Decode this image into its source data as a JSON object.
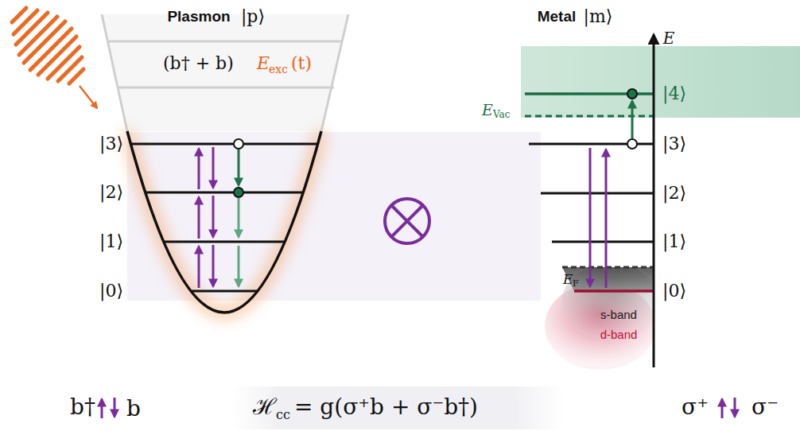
{
  "diagram": {
    "labels": [
      "Plasmon",
      "|p⟩",
      "(b† + b)",
      "E",
      "exc",
      "(t)",
      "|3⟩",
      "|2⟩",
      "|1⟩",
      "|0⟩",
      "Metal",
      "|m⟩",
      "E",
      "|4⟩",
      "E",
      "Vac",
      "|3⟩",
      "|2⟩",
      "|1⟩",
      "E",
      "F",
      "|0⟩",
      "s-band",
      "d-band",
      "b†",
      "b",
      "ℋ",
      "cc",
      "= g(σ⁺b + σ⁻b†)",
      "σ⁺",
      "σ⁻"
    ]
  }
}
